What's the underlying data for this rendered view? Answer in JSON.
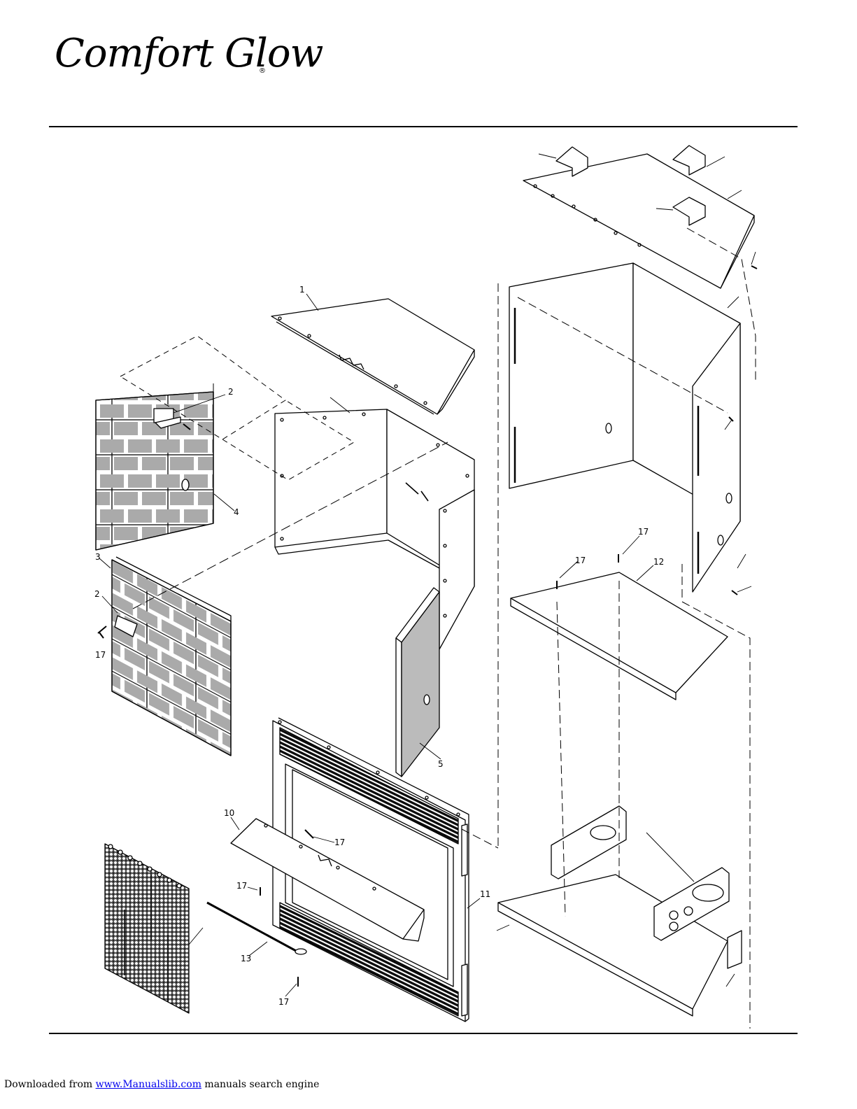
{
  "brand": {
    "name": "Comfort Glow",
    "mark": "®"
  },
  "callouts": [
    {
      "text": "1"
    },
    {
      "text": "2"
    },
    {
      "text": "4"
    },
    {
      "text": "3"
    },
    {
      "text": "2"
    },
    {
      "text": "17"
    },
    {
      "text": "5"
    },
    {
      "text": "10"
    },
    {
      "text": "17"
    },
    {
      "text": "17"
    },
    {
      "text": "11"
    },
    {
      "text": "13"
    },
    {
      "text": "17"
    },
    {
      "text": "17"
    },
    {
      "text": "17"
    },
    {
      "text": "12"
    }
  ],
  "footer": {
    "prefix": "Downloaded from ",
    "link": "www.Manualslib.com",
    "suffix": "  manuals search engine"
  }
}
